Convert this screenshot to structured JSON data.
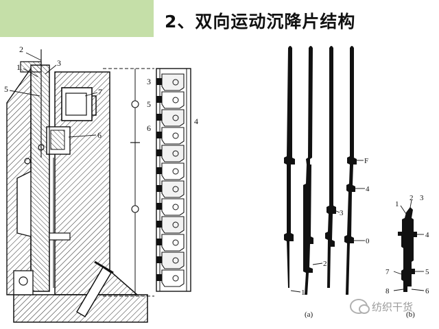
{
  "header": {
    "title": "2、双向运动沉降片结构"
  },
  "left_figure": {
    "labels": [
      "2",
      "1",
      "3",
      "5",
      "7",
      "6"
    ],
    "rack_labels": [
      "3",
      "5",
      "4",
      "6"
    ]
  },
  "figure_a": {
    "caption": "(a)",
    "labels": [
      "F",
      "4",
      "3",
      "0",
      "2",
      "1"
    ]
  },
  "figure_b": {
    "caption": "(b)",
    "labels": [
      "1",
      "2",
      "3",
      "4",
      "7",
      "5",
      "8",
      "6"
    ]
  },
  "watermark": {
    "text": "纺织干货"
  }
}
